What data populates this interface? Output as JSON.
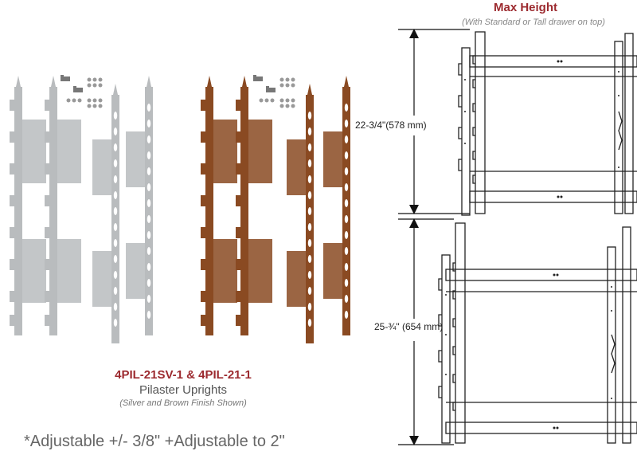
{
  "product": {
    "code": "4PIL-21SV-1 & 4PIL-21-1",
    "name": "Pilaster Uprights",
    "note": "(Silver and Brown Finish Shown)"
  },
  "footnote": {
    "text": "*Adjustable +/- 3/8\"    +Adjustable to 2\""
  },
  "diagram": {
    "title": "Max Height",
    "subtitle": "(With Standard or Tall drawer on top)",
    "dim_upper": "22-3/4\"(578 mm)",
    "dim_lower": "25-¾\" (654 mm)"
  },
  "colors": {
    "accent": "#9c2a2f",
    "silver": "#b9bcbe",
    "brown": "#8a4a22"
  }
}
